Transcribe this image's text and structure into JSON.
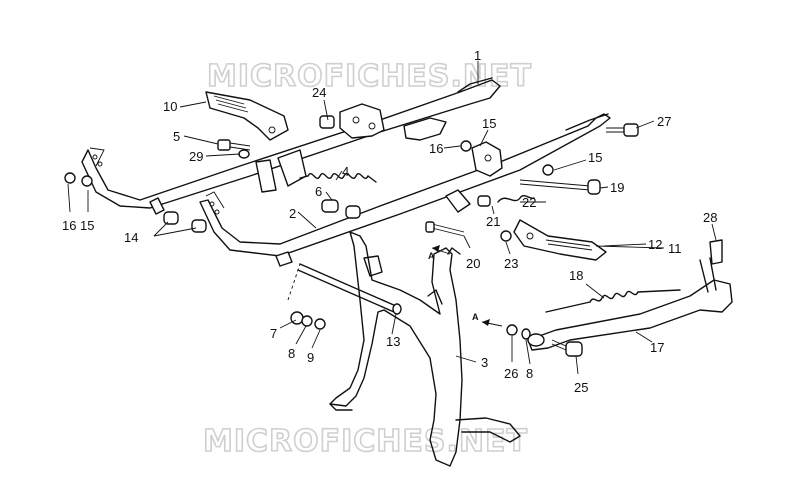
{
  "watermark": {
    "top": "MICROFICHES.NET",
    "bottom": "MICROFICHES.NET"
  },
  "arrow_markers": {
    "a1": "A",
    "a2": "A"
  },
  "callouts": {
    "c1": "1",
    "c2": "2",
    "c3": "3",
    "c4": "4",
    "c5": "5",
    "c6": "6",
    "c7": "7",
    "c8a": "8",
    "c8b": "8",
    "c9": "9",
    "c10": "10",
    "c11": "11",
    "c12": "12",
    "c13": "13",
    "c14": "14",
    "c15a": "15",
    "c15b": "15",
    "c15c": "15",
    "c16a": "16",
    "c16b": "16",
    "c17": "17",
    "c18": "18",
    "c19": "19",
    "c20": "20",
    "c21": "21",
    "c22": "22",
    "c23": "23",
    "c24": "24",
    "c25": "25",
    "c26": "26",
    "c27": "27",
    "c28": "28",
    "c29": "29"
  }
}
